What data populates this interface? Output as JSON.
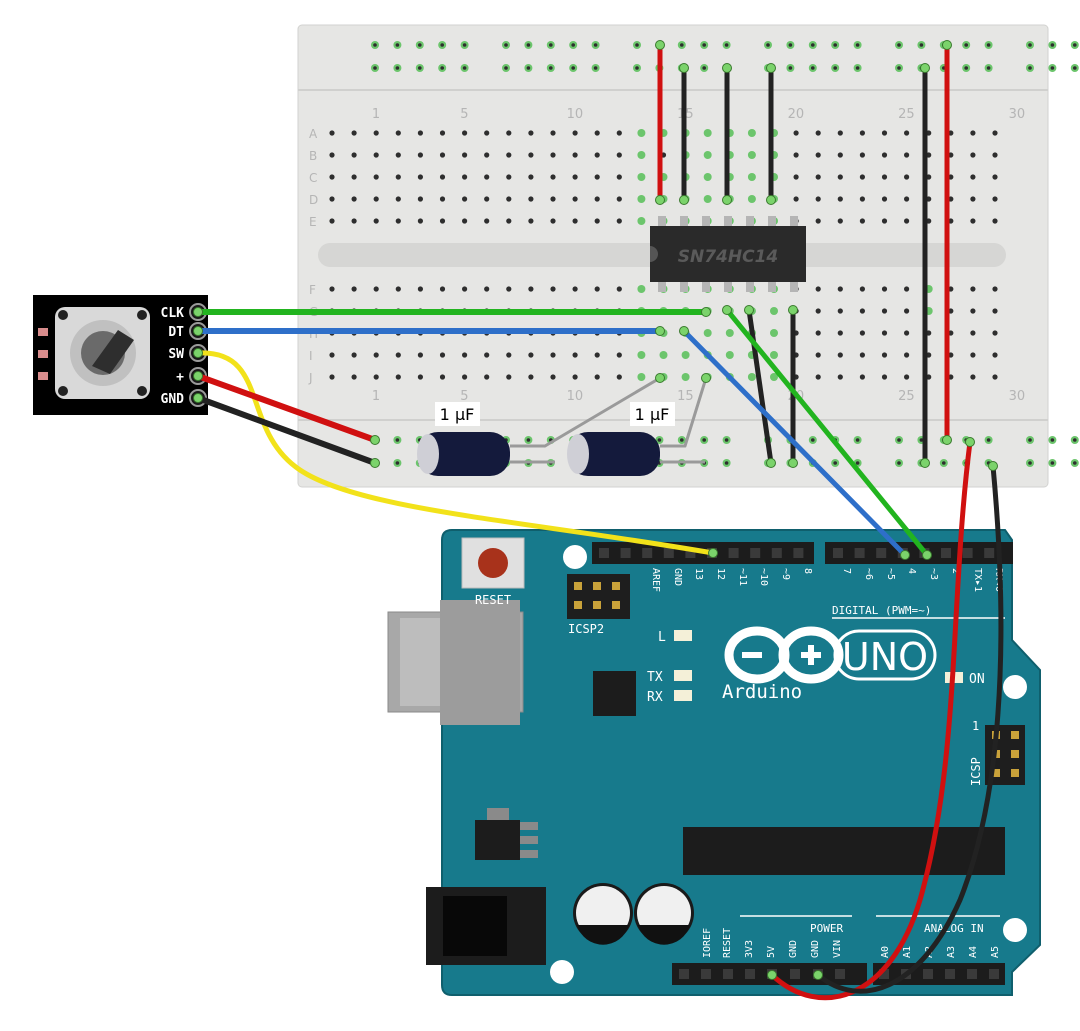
{
  "breadboard": {
    "column_numbers": [
      "1",
      "5",
      "10",
      "15",
      "20",
      "25",
      "30"
    ],
    "row_letters_top": [
      "A",
      "B",
      "C",
      "D",
      "E"
    ],
    "row_letters_bottom": [
      "F",
      "G",
      "H",
      "I",
      "J"
    ]
  },
  "ic": {
    "label": "SN74HC14"
  },
  "capacitors": [
    {
      "label": "1 µF"
    },
    {
      "label": "1 µF"
    }
  ],
  "encoder": {
    "pins": [
      "CLK",
      "DT",
      "SW",
      "+",
      "GND"
    ]
  },
  "arduino": {
    "reset_label": "RESET",
    "icsp2_label": "ICSP2",
    "icsp_label": "ICSP",
    "icsp_pin1": "1",
    "digital_label": "DIGITAL (PWM=~)",
    "digital_pins": [
      "AREF",
      "GND",
      "13",
      "12",
      "~11",
      "~10",
      "~9",
      "8",
      "7",
      "~6",
      "~5",
      "4",
      "~3",
      "2",
      "TX▸1",
      "RX◂0"
    ],
    "led_l": "L",
    "led_tx": "TX",
    "led_rx": "RX",
    "on_label": "ON",
    "brand": "Arduino",
    "model": "UNO",
    "power_label": "POWER",
    "power_pins": [
      "IOREF",
      "RESET",
      "3V3",
      "5V",
      "GND",
      "GND",
      "VIN"
    ],
    "analog_label": "ANALOG IN",
    "analog_pins": [
      "A0",
      "A1",
      "A2",
      "A3",
      "A4",
      "A5"
    ]
  },
  "colors": {
    "wire_green": "#22b41f",
    "wire_blue": "#2e6fc9",
    "wire_red": "#d01010",
    "wire_black": "#222222",
    "wire_yellow": "#f2e21a",
    "wire_gray": "#9a9a9a",
    "board_teal": "#177a8c",
    "breadboard": "#e8e8e6"
  }
}
